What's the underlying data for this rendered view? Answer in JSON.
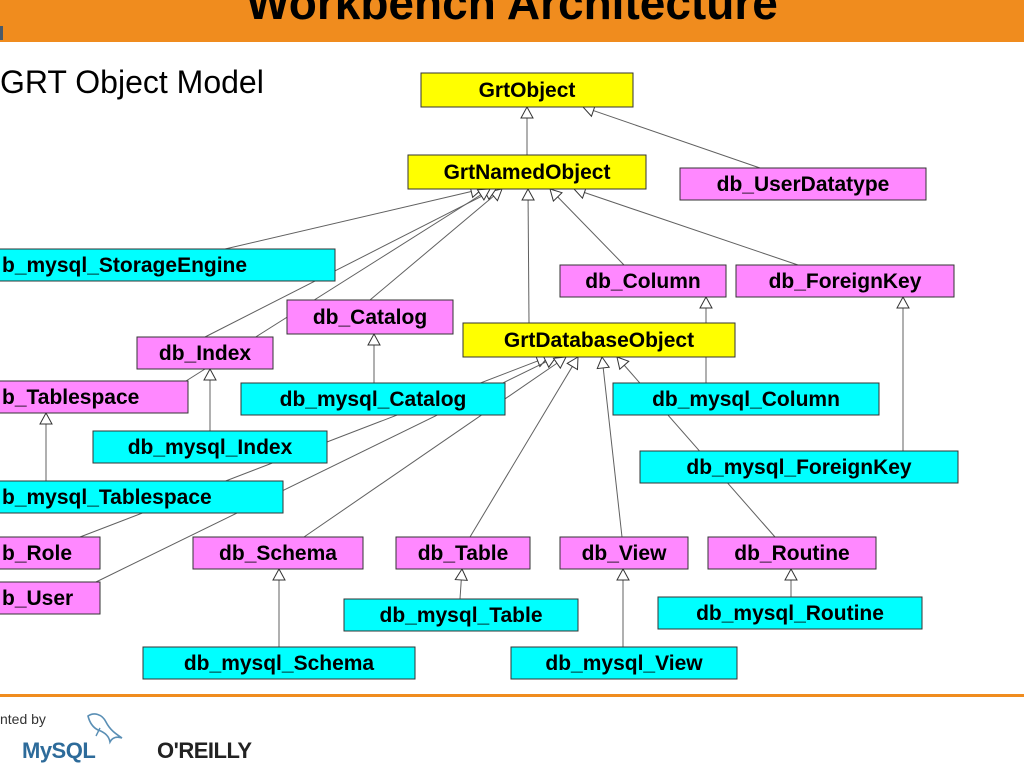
{
  "header": {
    "title": "Workbench Architecture"
  },
  "subtitle": "GRT Object Model",
  "colors": {
    "header_bar": "#f08c1e",
    "class_yellow": "#ffff00",
    "class_pink": "#ff88ff",
    "class_cyan": "#00ffff",
    "edge": "#606060"
  },
  "diagram": {
    "nodes": [
      {
        "id": "GrtObject",
        "label": "GrtObject",
        "color": "yellow"
      },
      {
        "id": "GrtNamedObject",
        "label": "GrtNamedObject",
        "color": "yellow"
      },
      {
        "id": "db_UserDatatype",
        "label": "db_UserDatatype",
        "color": "pink"
      },
      {
        "id": "db_mysql_StorageEngine",
        "label": "b_mysql_StorageEngine",
        "color": "cyan"
      },
      {
        "id": "db_Column",
        "label": "db_Column",
        "color": "pink"
      },
      {
        "id": "db_ForeignKey",
        "label": "db_ForeignKey",
        "color": "pink"
      },
      {
        "id": "db_Catalog",
        "label": "db_Catalog",
        "color": "pink"
      },
      {
        "id": "GrtDatabaseObject",
        "label": "GrtDatabaseObject",
        "color": "yellow"
      },
      {
        "id": "db_Index",
        "label": "db_Index",
        "color": "pink"
      },
      {
        "id": "db_Tablespace",
        "label": "b_Tablespace",
        "color": "pink"
      },
      {
        "id": "db_mysql_Catalog",
        "label": "db_mysql_Catalog",
        "color": "cyan"
      },
      {
        "id": "db_mysql_Column",
        "label": "db_mysql_Column",
        "color": "cyan"
      },
      {
        "id": "db_mysql_Index",
        "label": "db_mysql_Index",
        "color": "cyan"
      },
      {
        "id": "db_mysql_ForeignKey",
        "label": "db_mysql_ForeignKey",
        "color": "cyan"
      },
      {
        "id": "db_mysql_Tablespace",
        "label": "b_mysql_Tablespace",
        "color": "cyan"
      },
      {
        "id": "db_Role",
        "label": "b_Role",
        "color": "pink"
      },
      {
        "id": "db_Schema",
        "label": "db_Schema",
        "color": "pink"
      },
      {
        "id": "db_Table",
        "label": "db_Table",
        "color": "pink"
      },
      {
        "id": "db_View",
        "label": "db_View",
        "color": "pink"
      },
      {
        "id": "db_Routine",
        "label": "db_Routine",
        "color": "pink"
      },
      {
        "id": "db_User",
        "label": "b_User",
        "color": "pink"
      },
      {
        "id": "db_mysql_Table",
        "label": "db_mysql_Table",
        "color": "cyan"
      },
      {
        "id": "db_mysql_Routine",
        "label": "db_mysql_Routine",
        "color": "cyan"
      },
      {
        "id": "db_mysql_Schema",
        "label": "db_mysql_Schema",
        "color": "cyan"
      },
      {
        "id": "db_mysql_View",
        "label": "db_mysql_View",
        "color": "cyan"
      }
    ],
    "edges": [
      {
        "from": "GrtNamedObject",
        "to": "GrtObject"
      },
      {
        "from": "db_UserDatatype",
        "to": "GrtObject"
      },
      {
        "from": "db_mysql_StorageEngine",
        "to": "GrtNamedObject"
      },
      {
        "from": "db_Column",
        "to": "GrtNamedObject"
      },
      {
        "from": "db_ForeignKey",
        "to": "GrtNamedObject"
      },
      {
        "from": "db_Catalog",
        "to": "GrtNamedObject"
      },
      {
        "from": "GrtDatabaseObject",
        "to": "GrtNamedObject"
      },
      {
        "from": "db_Index",
        "to": "GrtNamedObject"
      },
      {
        "from": "db_Tablespace",
        "to": "GrtNamedObject"
      },
      {
        "from": "db_mysql_Catalog",
        "to": "db_Catalog"
      },
      {
        "from": "db_mysql_Column",
        "to": "db_Column"
      },
      {
        "from": "db_mysql_Index",
        "to": "db_Index"
      },
      {
        "from": "db_mysql_ForeignKey",
        "to": "db_ForeignKey"
      },
      {
        "from": "db_mysql_Tablespace",
        "to": "db_Tablespace"
      },
      {
        "from": "db_Role",
        "to": "GrtDatabaseObject"
      },
      {
        "from": "db_User",
        "to": "GrtDatabaseObject"
      },
      {
        "from": "db_Schema",
        "to": "GrtDatabaseObject"
      },
      {
        "from": "db_Table",
        "to": "GrtDatabaseObject"
      },
      {
        "from": "db_View",
        "to": "GrtDatabaseObject"
      },
      {
        "from": "db_Routine",
        "to": "GrtDatabaseObject"
      },
      {
        "from": "db_mysql_Table",
        "to": "db_Table"
      },
      {
        "from": "db_mysql_View",
        "to": "db_View"
      },
      {
        "from": "db_mysql_Routine",
        "to": "db_Routine"
      },
      {
        "from": "db_mysql_Schema",
        "to": "db_Schema"
      }
    ]
  },
  "footer": {
    "presented_by": "nted by",
    "mysql_logo": "MySQL",
    "oreilly_logo": "O'REILLY"
  }
}
